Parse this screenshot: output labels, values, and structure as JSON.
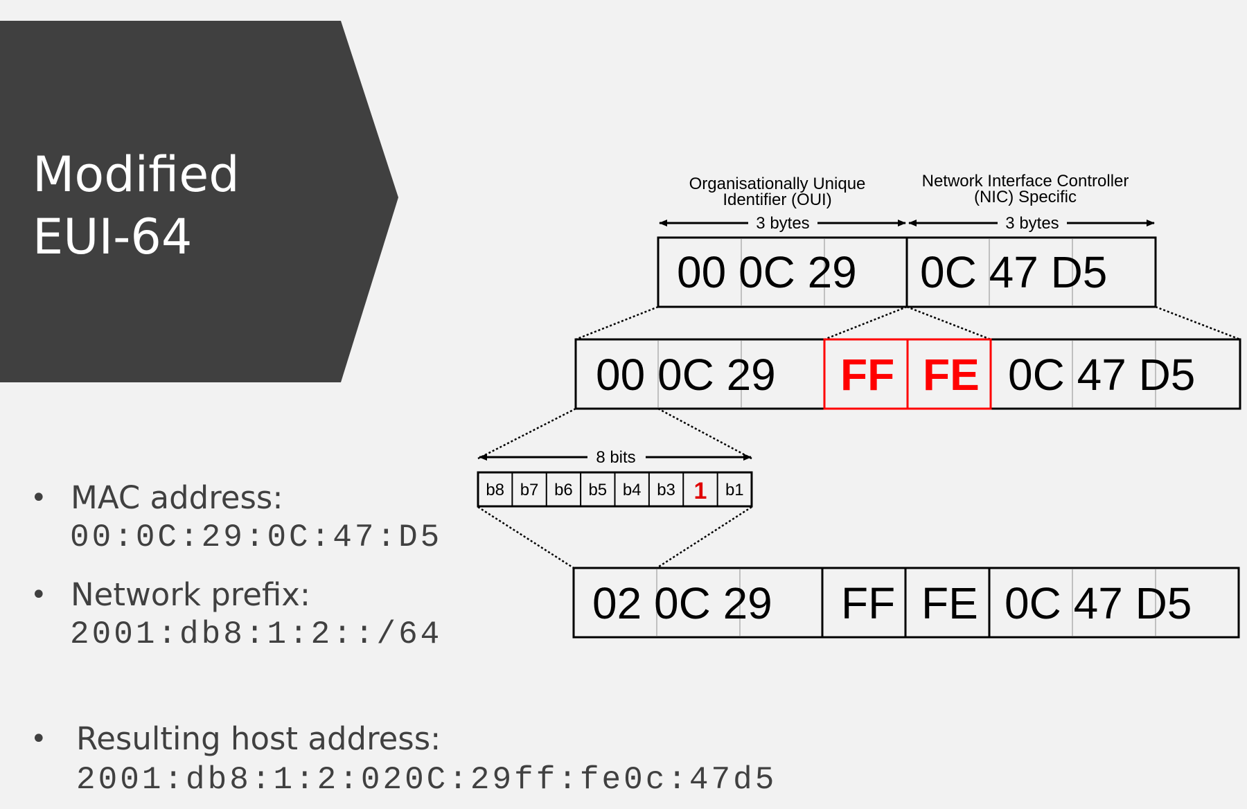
{
  "slide": {
    "title_lines": [
      "Modified",
      "EUI-64"
    ],
    "bullets": [
      {
        "label": "MAC address:",
        "value": "00:0C:29:0C:47:D5"
      },
      {
        "label": "Network prefix:",
        "value": "2001:db8:1:2::/64"
      },
      {
        "label": "Resulting host address:",
        "value": "2001:db8:1:2:020C:29ff:fe0c:47d5"
      }
    ],
    "bullet_glyph": "•"
  },
  "diagram": {
    "oui_label": [
      "Organisationally Unique",
      "Identifier (OUI)"
    ],
    "nic_label": [
      "Network Interface Controller",
      "(NIC) Specific"
    ],
    "bytes_label": "3 bytes",
    "bits_label": "8 bits",
    "mac_oui": "00 0C 29",
    "mac_nic": "0C 47 D5",
    "inserted": [
      "FF",
      "FE"
    ],
    "result_oui": "02 0C 29",
    "bits": [
      "b8",
      "b7",
      "b6",
      "b5",
      "b4",
      "b3",
      "1",
      "b1"
    ],
    "highlight_color": "#ff0000",
    "banner_color": "#404040"
  }
}
